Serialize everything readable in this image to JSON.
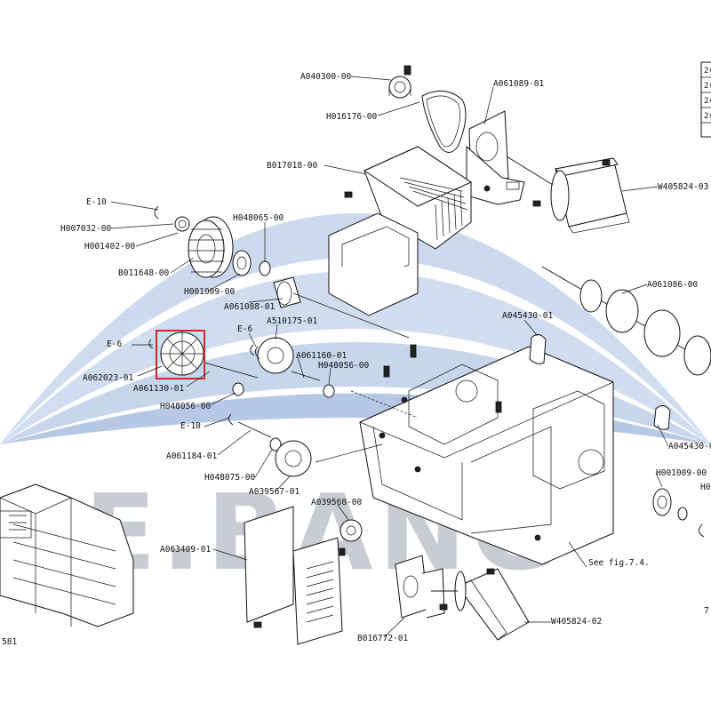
{
  "diagram": {
    "watermark": "E.BANG",
    "page_ref_left": "581",
    "page_ref_right": "7",
    "see_figure": "See fig.7.4.",
    "legend_rows": [
      "2(",
      "2(",
      "2(",
      "2("
    ],
    "labels": {
      "A040300_00": "A040300-00",
      "A061089_01": "A061089-01",
      "H016176_00": "H016176-00",
      "B017018_00": "B017018-00",
      "W405824_03": "W405824-03",
      "E_10_top": "E-10",
      "H007032_00": "H007032-00",
      "H001402_00": "H001402-00",
      "B011648_00": "B011648-00",
      "H048065_00": "H048065-00",
      "H001009_00_top": "H001009-00",
      "A061088_01": "A061088-01",
      "A061086_00": "A061086-00",
      "A045430_01_top": "A045430-01",
      "A510175_01": "A510175-01",
      "E_6_left": "E-6",
      "E_6_mid": "E-6",
      "A062023_01": "A062023-01",
      "A061130_01": "A061130-01",
      "A061160_01": "A061160-01",
      "H048056_00_right": "H048056-00",
      "H048056_00_left": "H048056-00",
      "E_10_mid": "E-10",
      "A061184_01": "A061184-01",
      "H048075_00": "H048075-00",
      "A039567_01": "A039567-01",
      "A045430_01_right": "A045430-0",
      "H001009_00_right": "H001009-00",
      "H0_right": "H0",
      "A039568_00": "A039568-00",
      "A063409_01": "A063409-01",
      "B016772_01": "B016772-01",
      "W405824_02": "W405824-02"
    },
    "highlight_color": "#d7262c",
    "watermark_color": "#c9cdd3",
    "arc_color": "#3b6fb8"
  }
}
